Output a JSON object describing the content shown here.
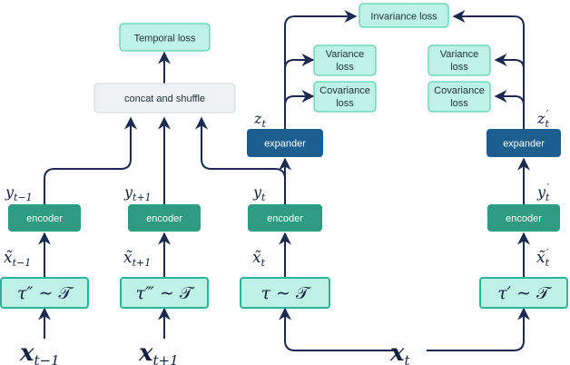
{
  "boxes": {
    "invariance_loss": "Invariance loss",
    "temporal_loss": "Temporal loss",
    "concat_and_shuffle": "concat and shuffle",
    "variance_loss_left": [
      "Variance",
      "loss"
    ],
    "covariance_loss_left": [
      "Covariance",
      "loss"
    ],
    "variance_loss_right": [
      "Variance",
      "loss"
    ],
    "covariance_loss_right": [
      "Covariance",
      "loss"
    ],
    "expander_left": "expander",
    "expander_right": "expander",
    "encoder_1": "encoder",
    "encoder_2": "encoder",
    "encoder_3": "encoder",
    "encoder_4": "encoder"
  },
  "transforms": {
    "t1": {
      "base": "τ″ ∼ ",
      "calT": "𝒯"
    },
    "t2": {
      "base": "τ‴ ∼ ",
      "calT": "𝒯"
    },
    "t3": {
      "base": "τ ∼ ",
      "calT": "𝒯"
    },
    "t4": {
      "base": "τ′ ∼ ",
      "calT": "𝒯"
    }
  },
  "math_labels": {
    "y1": {
      "base": "y",
      "sub": "t−1",
      "sup": ""
    },
    "y2": {
      "base": "y",
      "sub": "t+1",
      "sup": ""
    },
    "y3": {
      "base": "y",
      "sub": "t",
      "sup": ""
    },
    "y4": {
      "base": "y",
      "sub": "t",
      "sup": "′"
    },
    "z3": {
      "base": "z",
      "sub": "t",
      "sup": ""
    },
    "z4": {
      "base": "z",
      "sub": "t",
      "sup": "′"
    },
    "xt1": {
      "base": "x̃",
      "sub": "t−1",
      "sup": ""
    },
    "xt2": {
      "base": "x̃",
      "sub": "t+1",
      "sup": ""
    },
    "xt3": {
      "base": "x̃",
      "sub": "t",
      "sup": ""
    },
    "xt4": {
      "base": "x̃",
      "sub": "t",
      "sup": "′"
    },
    "x1": {
      "base": "x",
      "sub": "t−1",
      "sup": ""
    },
    "x2": {
      "base": "x",
      "sub": "t+1",
      "sup": ""
    },
    "x3": {
      "base": "x",
      "sub": "t",
      "sup": ""
    }
  },
  "colors": {
    "encoder": "#2e9b82",
    "expander": "#1c5f8f",
    "loss_fill": "#bff2e6",
    "loss_stroke": "#39c9a3",
    "concat_fill": "#eef1f3",
    "concat_stroke": "#cfd6db",
    "transform_fill": "#bff2e6",
    "transform_stroke": "#2ab59a",
    "arrow": "#1b2a4e",
    "math_text": "#14203f"
  }
}
